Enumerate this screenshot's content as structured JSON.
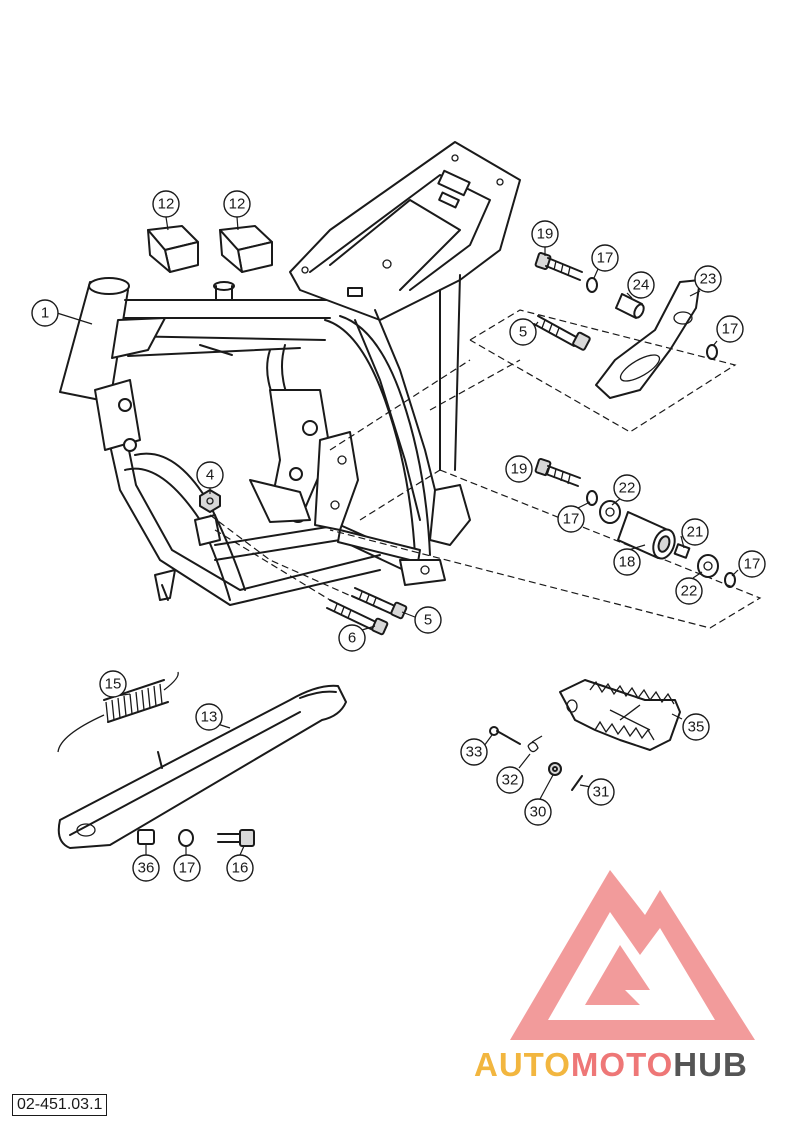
{
  "catalog_code": "02-451.03.1",
  "watermark": {
    "part1": "AUTO",
    "part2": "MOTO",
    "part3": "HUB"
  },
  "callouts": [
    {
      "id": "c1",
      "label": "1"
    },
    {
      "id": "c12a",
      "label": "12"
    },
    {
      "id": "c12b",
      "label": "12"
    },
    {
      "id": "c19a",
      "label": "19"
    },
    {
      "id": "c17a",
      "label": "17"
    },
    {
      "id": "c24",
      "label": "24"
    },
    {
      "id": "c23",
      "label": "23"
    },
    {
      "id": "c5a",
      "label": "5"
    },
    {
      "id": "c17b",
      "label": "17"
    },
    {
      "id": "c4",
      "label": "4"
    },
    {
      "id": "c19b",
      "label": "19"
    },
    {
      "id": "c22a",
      "label": "22"
    },
    {
      "id": "c17c",
      "label": "17"
    },
    {
      "id": "c21",
      "label": "21"
    },
    {
      "id": "c18",
      "label": "18"
    },
    {
      "id": "c17d",
      "label": "17"
    },
    {
      "id": "c22b",
      "label": "22"
    },
    {
      "id": "c5b",
      "label": "5"
    },
    {
      "id": "c6",
      "label": "6"
    },
    {
      "id": "c15",
      "label": "15"
    },
    {
      "id": "c13",
      "label": "13"
    },
    {
      "id": "c35",
      "label": "35"
    },
    {
      "id": "c33",
      "label": "33"
    },
    {
      "id": "c32",
      "label": "32"
    },
    {
      "id": "c31",
      "label": "31"
    },
    {
      "id": "c30",
      "label": "30"
    },
    {
      "id": "c36",
      "label": "36"
    },
    {
      "id": "c17e",
      "label": "17"
    },
    {
      "id": "c16",
      "label": "16"
    }
  ]
}
